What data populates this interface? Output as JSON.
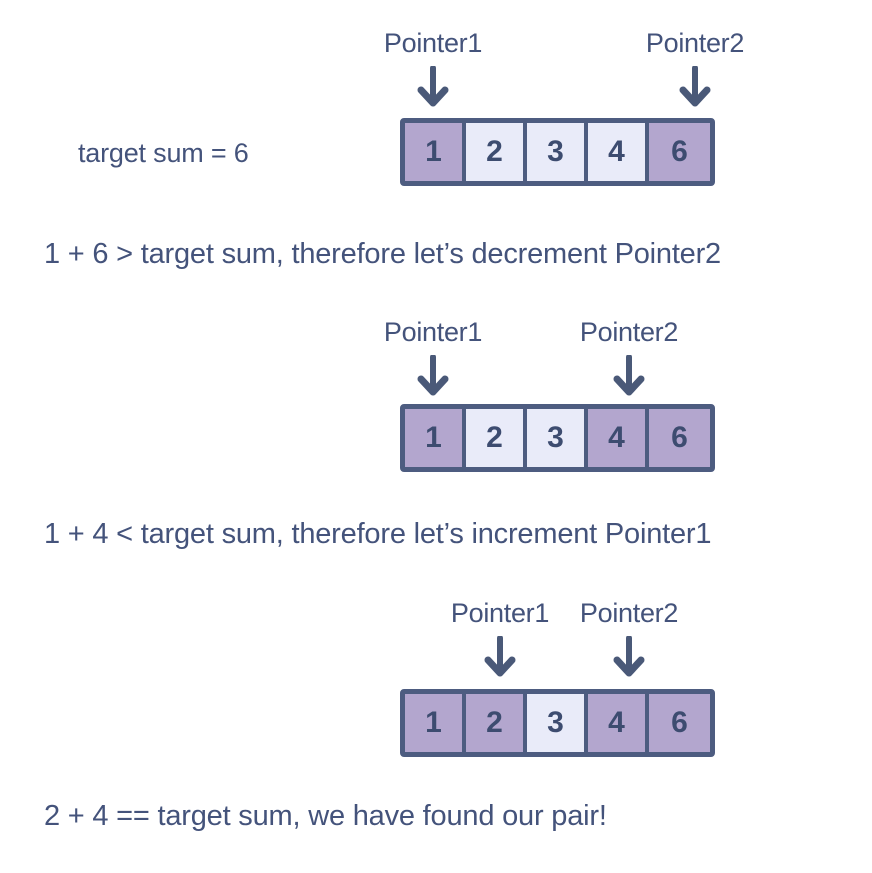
{
  "diagram": {
    "title_visible": false,
    "colors": {
      "background": "#ffffff",
      "text": "#44537b",
      "border": "#4d5c80",
      "cell_default": "#e9ebf9",
      "cell_highlight": "#b3a6ce",
      "digit": "#3d4c70"
    },
    "target_label": "target sum = 6",
    "pointer1_label": "Pointer1",
    "pointer2_label": "Pointer2",
    "arrow_icon": "arrow-down-icon",
    "steps": [
      {
        "id": "step-1",
        "values": [
          "1",
          "2",
          "3",
          "4",
          "6"
        ],
        "highlighted": [
          true,
          false,
          false,
          false,
          true
        ],
        "pointer1_index": 0,
        "pointer2_index": 4,
        "caption": "1 + 6 > target sum, therefore let’s decrement Pointer2"
      },
      {
        "id": "step-2",
        "values": [
          "1",
          "2",
          "3",
          "4",
          "6"
        ],
        "highlighted": [
          true,
          false,
          false,
          true,
          true
        ],
        "pointer1_index": 0,
        "pointer2_index": 3,
        "caption": "1 + 4 < target sum, therefore let’s increment Pointer1"
      },
      {
        "id": "step-3",
        "values": [
          "1",
          "2",
          "3",
          "4",
          "6"
        ],
        "highlighted": [
          true,
          true,
          false,
          true,
          true
        ],
        "pointer1_index": 1,
        "pointer2_index": 3,
        "caption": "2 + 4 == target sum, we have found our pair!"
      }
    ]
  }
}
